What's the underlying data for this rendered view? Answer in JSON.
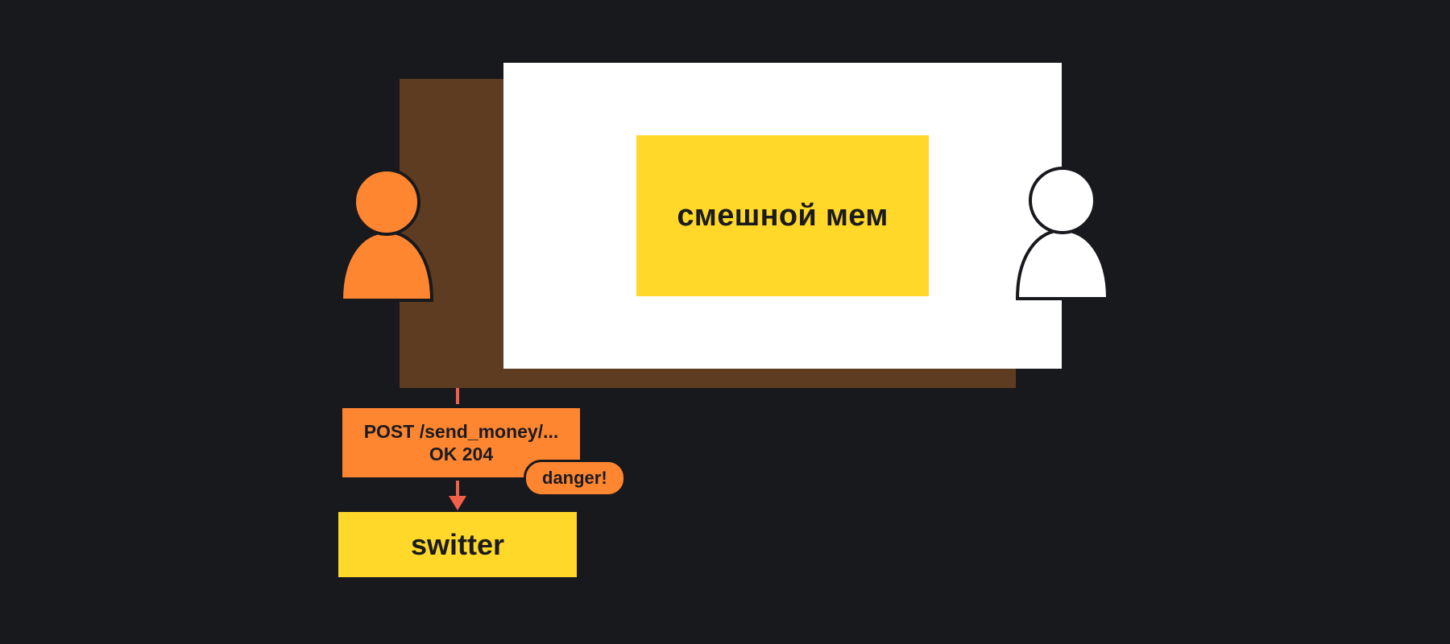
{
  "diagram": {
    "meme_label": "смешной мем",
    "request": {
      "line1": "POST /send_money/...",
      "line2": "OK 204"
    },
    "warning_label": "danger!",
    "target_label": "switter"
  },
  "colors": {
    "background": "#18191d",
    "hidden_layer": "#5e3c21",
    "visible_page": "#ffffff",
    "accent_yellow": "#ffd829",
    "accent_orange": "#ff8630",
    "connector_red": "#f0604a",
    "victim_figure": "#ffffff"
  }
}
